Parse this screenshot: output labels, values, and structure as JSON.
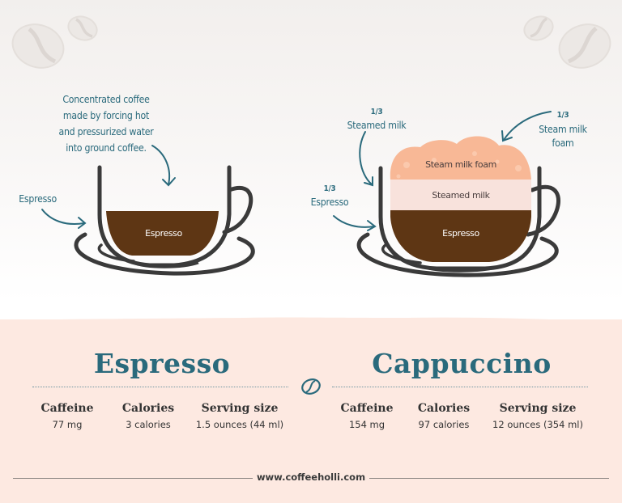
{
  "colors": {
    "accent_teal": "#2a6a7c",
    "espresso_brown": "#5e3614",
    "milk_foam": "#f8b896",
    "steamed_milk": "#f8e2dc",
    "cup_outline": "#3a3a3a",
    "panel_bg": "#fde9e1"
  },
  "diagrams": {
    "espresso": {
      "description": "Concentrated coffee made by forcing hot and pressurized water into ground coffee.",
      "description_lines": [
        "Concentrated coffee",
        "made by forcing hot",
        "and pressurized water",
        "into ground coffee."
      ],
      "side_label": "Espresso",
      "layers": [
        {
          "label": "Espresso",
          "color": "#5e3614"
        }
      ]
    },
    "cappuccino": {
      "annotations": {
        "steamed_milk": {
          "fraction": "1/3",
          "label": "Steamed milk"
        },
        "foam": {
          "fraction": "1/3",
          "label_line1": "Steam milk",
          "label_line2": "foam"
        },
        "espresso": {
          "fraction": "1/3",
          "label": "Espresso"
        }
      },
      "layers": [
        {
          "label": "Steam milk foam",
          "color": "#f8b896"
        },
        {
          "label": "Steamed milk",
          "color": "#f8e2dc"
        },
        {
          "label": "Espresso",
          "color": "#5e3614"
        }
      ]
    }
  },
  "comparison": {
    "espresso": {
      "title": "Espresso",
      "stats": [
        {
          "label": "Caffeine",
          "value": "77 mg"
        },
        {
          "label": "Calories",
          "value": "3 calories"
        },
        {
          "label": "Serving size",
          "value": "1.5 ounces (44 ml)"
        }
      ]
    },
    "cappuccino": {
      "title": "Cappuccino",
      "stats": [
        {
          "label": "Caffeine",
          "value": "154 mg"
        },
        {
          "label": "Calories",
          "value": "97 calories"
        },
        {
          "label": "Serving size",
          "value": "12 ounces (354 ml)"
        }
      ]
    },
    "divider_icon": "coffee-bean-icon"
  },
  "footer": {
    "website": "www.coffeeholli.com"
  }
}
